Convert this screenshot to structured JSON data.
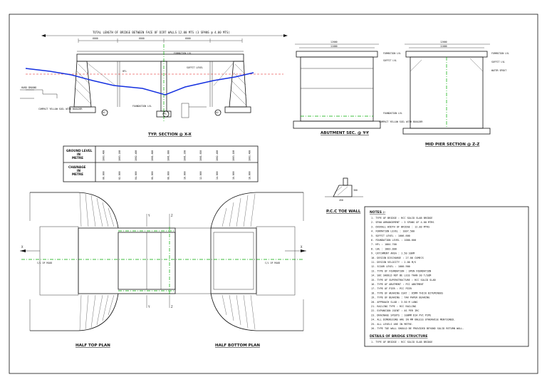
{
  "sections": {
    "typical": {
      "top_note": "TOTAL LENGTH OF BRIDGE BETWEEN FACE OF DIRT WALLS 12.00 MTS (3 SPANS @ 4.00 MTS)",
      "spans": [
        "6000",
        "6000",
        "6000"
      ],
      "title": "TYP. SECTION @ X-X",
      "labels": [
        "FORMATION LVL",
        "SOFFIT LEVEL",
        "HFL",
        "FOUNDATION LVL",
        "COMPACT YELLOW SOIL WITH BOULDER",
        "HARD GROUND"
      ],
      "piers": [
        "A1",
        "P1",
        "A2"
      ]
    },
    "abutment": {
      "title": "ABUTMENT SEC. @ Y-Y",
      "dims": [
        "12000",
        "11000"
      ],
      "labels": [
        "FORMATION LVL",
        "SOFFIT LVL",
        "FOUNDATION LVL",
        "COMPACT YELLOW SOIL WITH BOULDER"
      ]
    },
    "pier": {
      "title": "MID PIER SECTION @ Z-Z",
      "dims": [
        "12000",
        "11000"
      ],
      "labels": [
        "FORMATION LVL",
        "SOFFIT LVL",
        "WATER SPOUT"
      ]
    }
  },
  "gl_table": {
    "row1": [
      "GROUND LEVEL",
      "IN",
      "METRE"
    ],
    "row2": [
      "CHAINAGE",
      "IN",
      "METRE"
    ],
    "levels": [
      "1003.400",
      "1003.200",
      "1002.400",
      "1001.800",
      "1001.000",
      "1001.200",
      "1001.850",
      "1002.400",
      "1003.100",
      "1003.400"
    ],
    "chainages": [
      "00.000",
      "02.000",
      "04.000",
      "06.000",
      "08.000",
      "10.000",
      "12.000",
      "14.000",
      "16.000",
      "18.000"
    ]
  },
  "pcc": {
    "title": "P.C.C TOE WALL",
    "dims": [
      "300",
      "450"
    ]
  },
  "plans": {
    "left_title": "HALF TOP PLAN",
    "right_title": "HALF BOTTOM PLAN",
    "road_left": "C/L OF ROAD",
    "road_right": "C/L OF ROAD",
    "marks": [
      "Y",
      "Y",
      "Z",
      "Z",
      "X",
      "X"
    ]
  },
  "notes": {
    "heading": "NOTES :-",
    "lines": [
      "1. TYPE OF BRIDGE                  : RCC SOLID SLAB BRIDGE",
      "2. SPAN ARRANGEMENT                 : 3 SPANS OF 4.00 MTRS",
      "3. OVERALL WIDTH OF BRIDGE          : 12.00 MTRS",
      "4. FORMATION LEVEL                  : 1007.500",
      "5. SOFFIT LEVEL                     : 1006.600",
      "6. FOUNDATION LEVEL                 : 1000.600",
      "7. HFL                              : 1004.700",
      "8. LWL                              : 1003.000",
      "9. CATCHMENT AREA                   : 1.50 SQKM",
      "10. DESIGN DISCHARGE                : 27.00 CUMECS",
      "11. DESIGN VELOCITY                 : 2.00 M/S",
      "12. SCOUR LEVEL                     : 1000.900",
      "13. TYPE OF FOUNDATION              : OPEN FOUNDATION",
      "14. SBC SHOULD NOT BE LESS THAN 30 T/SQM",
      "15. TYPE OF SUPERSTRUCTURE          : RCC SOLID SLAB",
      "16. TYPE OF ABUTMENT                : PCC ABUTMENT",
      "17. TYPE OF PIER                    : PCC PIER",
      "18. TYPE OF WEARING COAT            : 65MM THICK BITUMINOUS",
      "19. TYPE OF BEARING                 : TAR PAPER BEARING",
      "20. APPROACH SLAB                   : 3.50 M LONG",
      "21. RAILING TYPE                    : RCC RAILING",
      "22. EXPANSION JOINT                 : AS PER IRC",
      "23. DRAINAGE SPOUTS                 : 100MM DIA PVC PIPE",
      "24. ALL DIMENSIONS ARE IN MM UNLESS OTHERWISE MENTIONED.",
      "25. ALL LEVELS ARE IN METRE.",
      "26. TYPE TOE WALL SHOULD BE PROVIDED BEYOND SOLID RETURN WALL."
    ],
    "sub_heading": "DETAILS OF BRIDGE STRUCTURE",
    "sub_lines": [
      "1. TYPE OF BRIDGE                   : RCC SOLID SLAB BRIDGE"
    ]
  }
}
